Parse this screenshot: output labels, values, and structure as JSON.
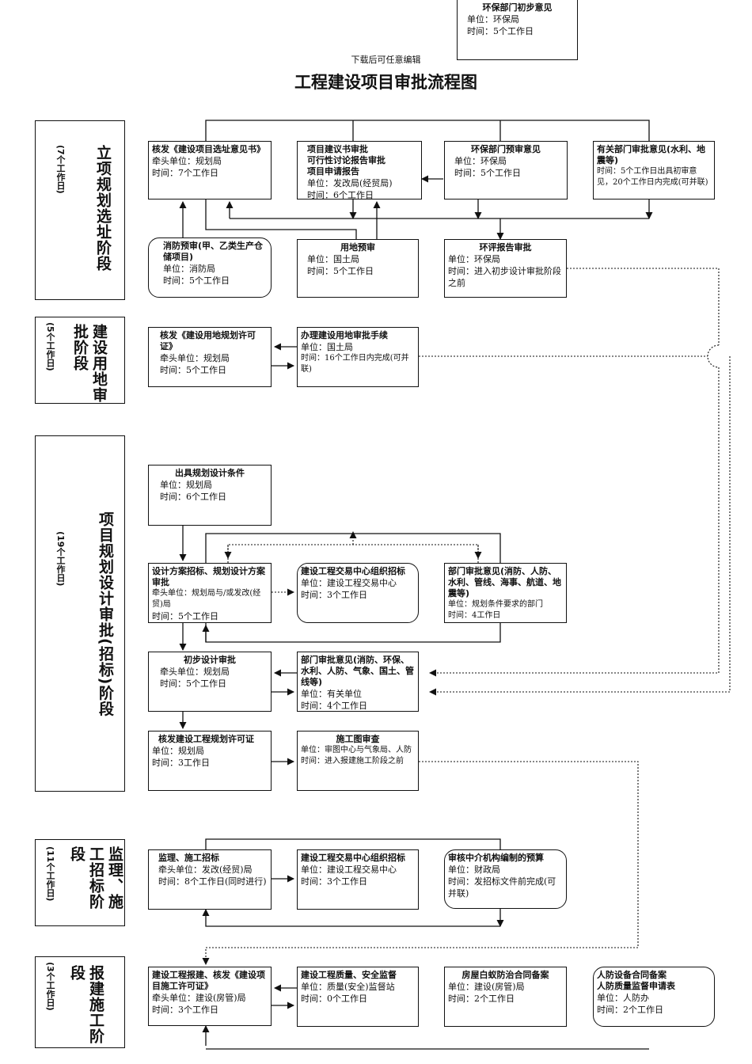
{
  "note": "下载后可任意编辑",
  "title": "工程建设项目审批流程图",
  "top_box": {
    "title": "环保部门初步意见",
    "unit": "单位：环保局",
    "time": "时间：5个工作日"
  },
  "stages": {
    "s1": {
      "title": "立项规划选址阶段",
      "days": "(7个工作日)"
    },
    "s2": {
      "title": "建设用地审批阶段",
      "days": "(5个工作日)"
    },
    "s3": {
      "title": "项目规划设计审批(招标)阶段",
      "days": "(19个工作日)"
    },
    "s4": {
      "title": "监理、施工招标阶段",
      "days": "(11个工作日)"
    },
    "s5": {
      "title": "报建施工阶段",
      "days": "(3个工作日)"
    }
  },
  "boxes": {
    "b1": {
      "title": "核发《建设项目选址意见书》",
      "l1": "牵头单位：规划局",
      "l2": "时间：7个工作日"
    },
    "b2": {
      "title": "项目建议书审批\n可行性讨论报告审批\n项目申请报告",
      "l1": "单位：发改局(经贸局)",
      "l2": "时间：6个工作日"
    },
    "b3": {
      "title": "环保部门预审意见",
      "l1": "单位：环保局",
      "l2": "时间：5个工作日"
    },
    "b4": {
      "title": "有关部门审批意见(水利、地震等)",
      "l1": "时间：5个工作日出具初审意见，20个工作日内完成(可并联)"
    },
    "b5": {
      "title": "消防预审(甲、乙类生产仓储项目)",
      "l1": "单位：消防局",
      "l2": "时间：5个工作日"
    },
    "b6": {
      "title": "用地预审",
      "l1": "单位：国土局",
      "l2": "时间：5个工作日"
    },
    "b7": {
      "title": "环评报告审批",
      "l1": "单位：环保局",
      "l2": "时间：进入初步设计审批阶段之前"
    },
    "b8": {
      "title": "核发《建设用地规划许可证》",
      "l1": "牵头单位：规划局",
      "l2": "时间：5个工作日"
    },
    "b9": {
      "title": "办理建设用地审批手续",
      "l1": "单位：国土局",
      "l2": "时间：16个工作日内完成(可并联)"
    },
    "b10": {
      "title": "出具规划设计条件",
      "l1": "单位：规划局",
      "l2": "时间：6个工作日"
    },
    "b11": {
      "title": "设计方案招标、规划设计方案审批",
      "l1": "牵头单位：规划局与/或发改(经贸)局",
      "l2": "时间：5个工作日"
    },
    "b12": {
      "title": "建设工程交易中心组织招标",
      "l1": "单位：建设工程交易中心",
      "l2": "时间：3个工作日"
    },
    "b13": {
      "title": "部门审批意见(消防、人防、水利、管线、海事、航道、地震等)",
      "l1": "单位：规划条件要求的部门",
      "l2": "时间：4工作日"
    },
    "b14": {
      "title": "初步设计审批",
      "l1": "牵头单位：规划局",
      "l2": "时间：5个工作日"
    },
    "b15": {
      "title": "部门审批意见(消防、环保、水利、人防、气象、国土、管线等)",
      "l1": "单位：有关单位",
      "l2": "时间：4个工作日"
    },
    "b16": {
      "title": "核发建设工程规划许可证",
      "l1": "单位：规划局",
      "l2": "时间：3工作日"
    },
    "b17": {
      "title": "施工图审查",
      "l1": "单位：审图中心与气象局、人防",
      "l2": "时间：进入报建施工阶段之前"
    },
    "b18": {
      "title": "监理、施工招标",
      "l1": "牵头单位：发改(经贸)局",
      "l2": "时间：8个工作日(同时进行)"
    },
    "b19": {
      "title": "建设工程交易中心组织招标",
      "l1": "单位：建设工程交易中心",
      "l2": "时间：3个工作日"
    },
    "b20": {
      "title": "审核中介机构编制的预算",
      "l1": "单位：财政局",
      "l2": "时间：发招标文件前完成(可并联)"
    },
    "b21": {
      "title": "建设工程报建、核发《建设项目施工许可证》",
      "l1": "牵头单位：建设(房管)局",
      "l2": "时间：3个工作日"
    },
    "b22": {
      "title": "建设工程质量、安全监督",
      "l1": "单位：质量(安全)监督站",
      "l2": "时间：0个工作日"
    },
    "b23": {
      "title": "房屋白蚁防治合同备案",
      "l1": "单位：建设(房管)局",
      "l2": "时间：2个工作日"
    },
    "b24": {
      "title": "人防设备合同备案\n人防质量监督申请表",
      "l1": "单位：人防办",
      "l2": "时间：2个工作日"
    }
  }
}
